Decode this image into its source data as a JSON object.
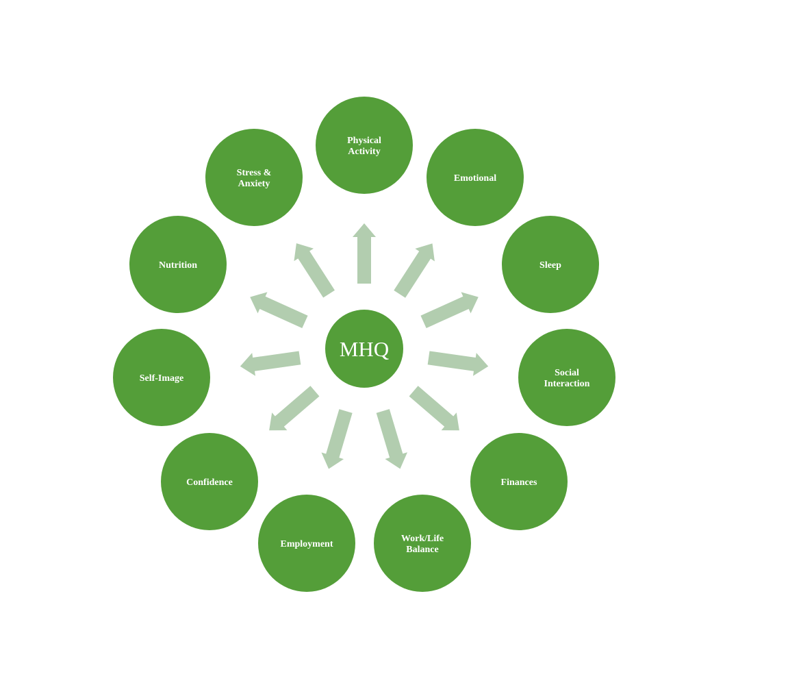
{
  "colors": {
    "node": "#549e39",
    "arrow": "#b2cdaf",
    "text": "#ffffff"
  },
  "center": {
    "label": "MHQ"
  },
  "nodes": [
    {
      "label": [
        "Physical",
        "Activity"
      ]
    },
    {
      "label": [
        "Emotional"
      ]
    },
    {
      "label": [
        "Sleep"
      ]
    },
    {
      "label": [
        "Social",
        "Interaction"
      ]
    },
    {
      "label": [
        "Finances"
      ]
    },
    {
      "label": [
        "Work/Life",
        "Balance"
      ]
    },
    {
      "label": [
        "Employment"
      ]
    },
    {
      "label": [
        "Confidence"
      ]
    },
    {
      "label": [
        "Self-Image"
      ]
    },
    {
      "label": [
        "Nutrition"
      ]
    },
    {
      "label": [
        "Stress &",
        "Anxiety"
      ]
    }
  ]
}
